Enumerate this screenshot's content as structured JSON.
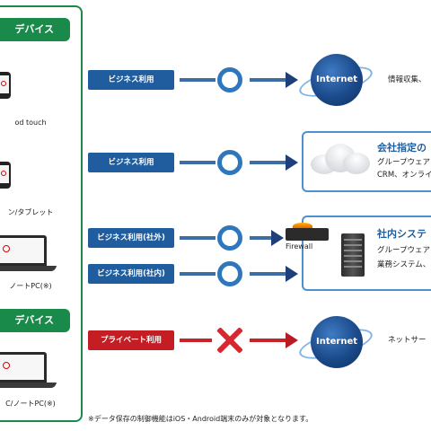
{
  "left_panel": {
    "section1_header": "デバイス",
    "section2_header": "デバイス",
    "devices": [
      {
        "label": "od touch"
      },
      {
        "label": "ン/タブレット"
      },
      {
        "label": "ノートPC(※)"
      },
      {
        "label": "C/ノートPC(※)"
      }
    ]
  },
  "rows": [
    {
      "label": "ビジネス利用"
    },
    {
      "label": "ビジネス利用"
    },
    {
      "label": "ビジネス利用(社外)"
    },
    {
      "label": "ビジネス利用(社内)"
    },
    {
      "label": "プライベート利用"
    }
  ],
  "destinations": {
    "internet1_label": "Internet",
    "internet1_text": "情報収集、",
    "cloud_title": "会社指定の",
    "cloud_line1": "グループウェア",
    "cloud_line2": "CRM、オンライ",
    "firewall_label": "Firewall",
    "internal_title": "社内システ",
    "internal_line1": "グループウェア",
    "internal_line2": "業務システム、",
    "internet2_label": "Internet",
    "internet2_text": "ネットサー"
  },
  "footnote": "※データ保存の制御機能はiOS・Android端末のみが対象となります。",
  "colors": {
    "green": "#1a8a4a",
    "blue_label": "#1f5d9e",
    "red_label": "#c41e24",
    "ring_blue": "#2f77bc",
    "x_red": "#d7282f"
  },
  "icons": [
    "phone-icon",
    "laptop-icon",
    "ring-ok-icon",
    "x-ng-icon",
    "internet-globe-icon",
    "cloud-icon",
    "firewall-icon",
    "server-icon"
  ]
}
